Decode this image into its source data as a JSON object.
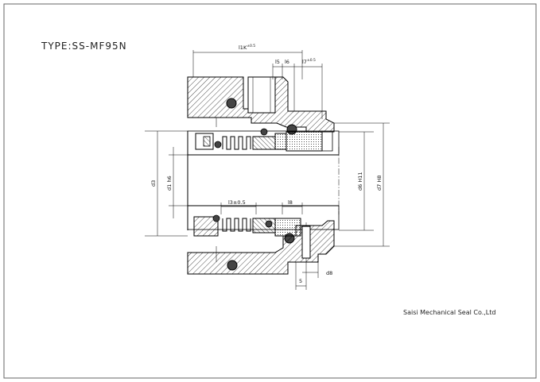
{
  "title": "TYPE:SS-MF95N",
  "company": "Saisi Mechanical Seal Co.,Ltd",
  "dimensions": {
    "l1k": {
      "base": "l1K",
      "sup": "±0.5"
    },
    "l5": "l5",
    "l6": "l6",
    "l7": {
      "base": "l7",
      "sup": "±0.5"
    },
    "l3": "l3±0.5",
    "l8": "l8",
    "d3": "d3",
    "d1": "d1 h6",
    "d6": "d6 H11",
    "d7": "d7 H8",
    "d8": "d8",
    "five": "5"
  },
  "colors": {
    "line": "#000000",
    "border": "#666666",
    "background": "#ffffff"
  }
}
